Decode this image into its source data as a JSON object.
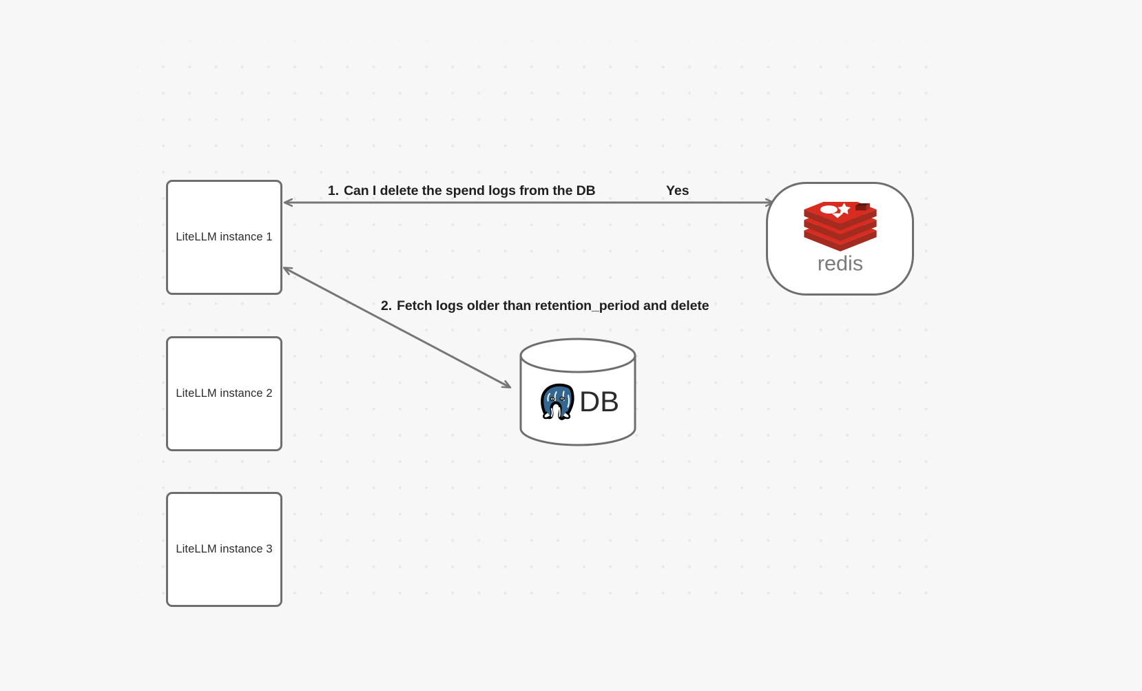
{
  "canvas": {
    "background_color": "#f7f7f8",
    "grid_dot_color": "#e7e7e9",
    "node_border_color": "#6e6e6e",
    "connector_color": "#767676"
  },
  "nodes": {
    "instances": [
      {
        "id": "litellm-instance-1",
        "label": "LiteLLM instance 1"
      },
      {
        "id": "litellm-instance-2",
        "label": "LiteLLM instance 2"
      },
      {
        "id": "litellm-instance-3",
        "label": "LiteLLM instance 3"
      }
    ],
    "redis": {
      "id": "redis-node",
      "wordmark": "redis",
      "logo_icon": "redis-stack-icon",
      "logo_color": "#d82c20",
      "wordmark_color": "#7b7b7b"
    },
    "database": {
      "id": "postgres-db-node",
      "label": "DB",
      "logo_icon": "postgresql-elephant-icon",
      "logo_color": "#336791",
      "shape": "cylinder"
    }
  },
  "edges": [
    {
      "id": "edge-instance1-redis",
      "from": "litellm-instance-1",
      "to": "redis-node",
      "arrowheads": "both",
      "labels": [
        {
          "id": "step-1",
          "number": "1.",
          "text": "Can I delete the spend logs from the DB"
        },
        {
          "id": "redis-answer",
          "text": "Yes"
        }
      ]
    },
    {
      "id": "edge-instance1-db",
      "from": "litellm-instance-1",
      "to": "postgres-db-node",
      "arrowheads": "both",
      "labels": [
        {
          "id": "step-2",
          "number": "2.",
          "text": "Fetch logs older than retention_period and delete"
        }
      ]
    }
  ]
}
